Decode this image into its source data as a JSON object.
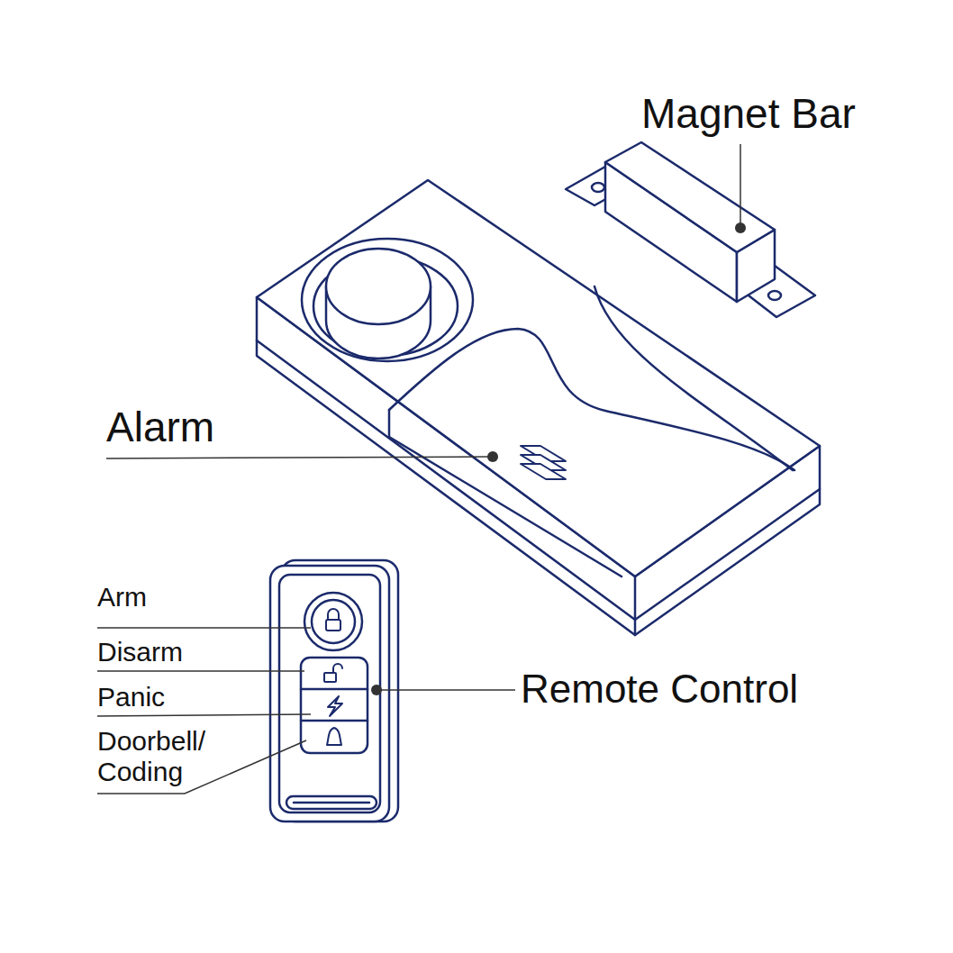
{
  "diagram": {
    "labels": [
      "Magnet Bar",
      "Alarm",
      "Arm",
      "Disarm",
      "Panic",
      "Doorbell/ Coding",
      "Remote Control"
    ]
  }
}
